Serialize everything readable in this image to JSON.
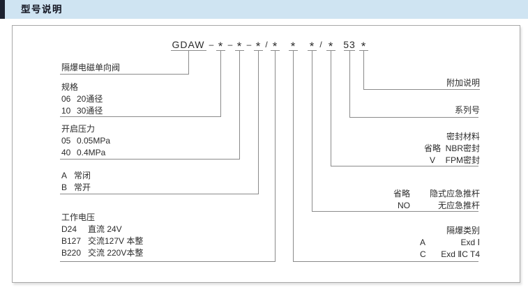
{
  "header": {
    "title": "型号说明"
  },
  "model_code": {
    "parts": [
      "GDAW",
      "–",
      "*",
      "–",
      "*",
      "–",
      "*",
      "/",
      "*",
      "*",
      "*",
      "/",
      "*",
      "53",
      "*"
    ]
  },
  "left_groups": [
    {
      "rows": [
        [
          "",
          "隔爆电磁单向阀"
        ]
      ]
    },
    {
      "rows": [
        [
          "",
          "规格"
        ],
        [
          "06",
          "20通径"
        ],
        [
          "10",
          "30通径"
        ]
      ]
    },
    {
      "rows": [
        [
          "",
          "开启压力"
        ],
        [
          "05",
          "0.05MPa"
        ],
        [
          "40",
          "0.4MPa"
        ]
      ]
    },
    {
      "rows": [
        [
          "A",
          "常闭"
        ],
        [
          "B",
          "常开"
        ]
      ]
    },
    {
      "rows": [
        [
          "",
          "工作电压"
        ],
        [
          "D24",
          "直流 24V"
        ],
        [
          "B127",
          "交流127V 本整"
        ],
        [
          "B220",
          "交流 220V本整"
        ]
      ]
    }
  ],
  "right_groups": [
    {
      "rows": [
        [
          "",
          "附加说明"
        ]
      ]
    },
    {
      "rows": [
        [
          "",
          "系列号"
        ]
      ]
    },
    {
      "rows": [
        [
          "",
          "密封材料"
        ],
        [
          "省略",
          "NBR密封"
        ],
        [
          "V",
          "FPM密封"
        ]
      ]
    },
    {
      "rows": [
        [
          "省略",
          "隐式应急推杆"
        ],
        [
          "NO",
          "无应急推杆"
        ]
      ]
    },
    {
      "rows": [
        [
          "",
          "隔爆类别"
        ],
        [
          "A",
          "Exd Ⅰ"
        ],
        [
          "C",
          "Exd ⅡC T4"
        ]
      ]
    }
  ],
  "colors": {
    "header_bg": "#cfe4f2",
    "header_accent": "#1c2230",
    "line": "#8a8a8a",
    "text": "#2b2b2b"
  }
}
